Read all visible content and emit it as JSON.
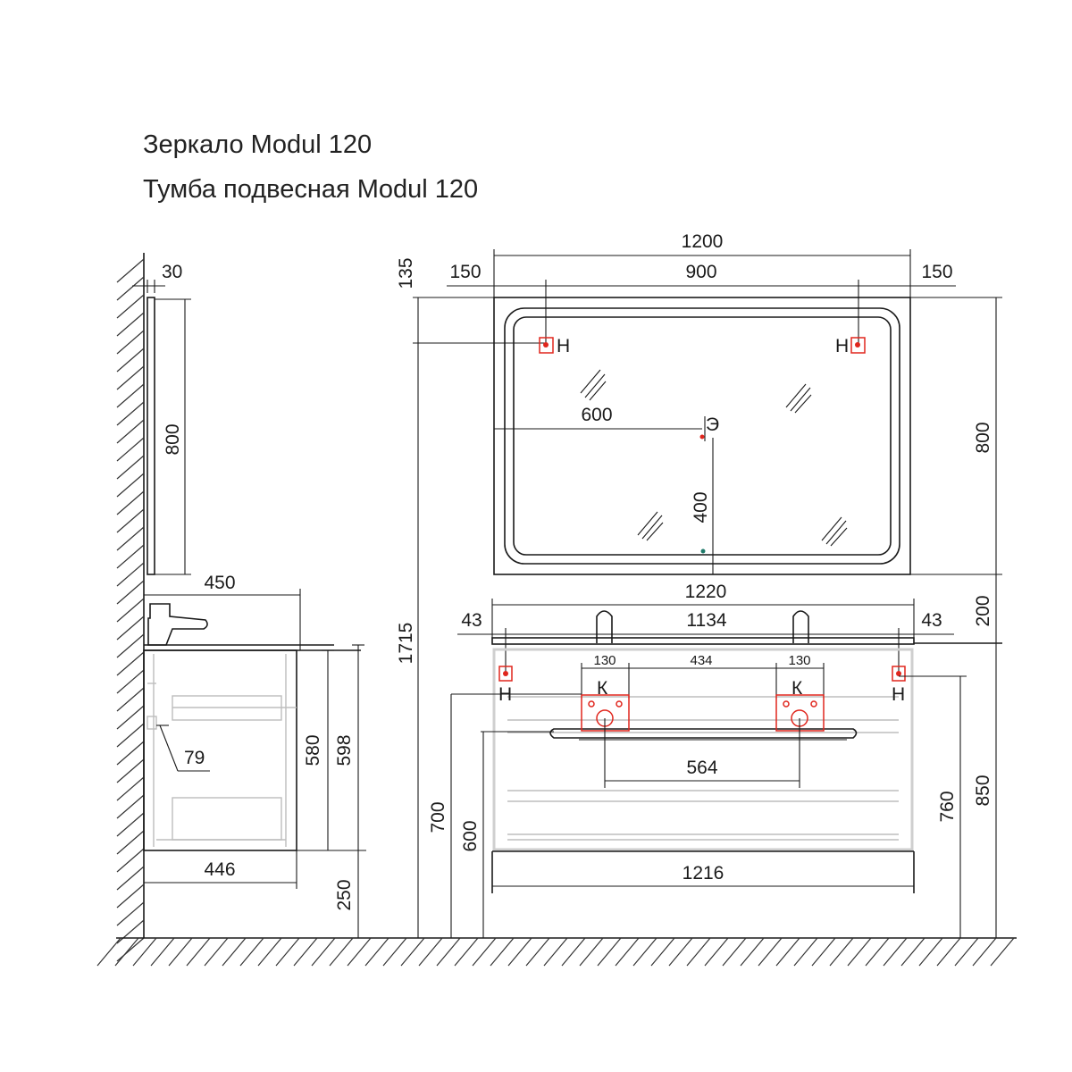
{
  "titles": {
    "mirror": "Зеркало Modul 120",
    "cabinet": "Тумба подвесная Modul 120"
  },
  "dimensions": {
    "side_mirror_depth": "30",
    "side_mirror_height": "800",
    "side_top_depth": "450",
    "side_79": "79",
    "side_580": "580",
    "side_598": "598",
    "side_bottom_depth": "446",
    "side_floor_gap": "250",
    "front_total_width": "1200",
    "front_150_left": "150",
    "front_900": "900",
    "front_150_right": "150",
    "front_135": "135",
    "front_600": "600",
    "front_400": "400",
    "front_mirror_height": "800",
    "front_1715": "1715",
    "front_1220": "1220",
    "front_200": "200",
    "front_43_left": "43",
    "front_1134": "1134",
    "front_43_right": "43",
    "front_130_left": "130",
    "front_434": "434",
    "front_130_right": "130",
    "front_564": "564",
    "front_700": "700",
    "front_600_b": "600",
    "front_1216": "1216",
    "front_760": "760",
    "front_850": "850"
  },
  "markers": {
    "hanger": "Н",
    "outlet": "Э",
    "drain": "К"
  }
}
